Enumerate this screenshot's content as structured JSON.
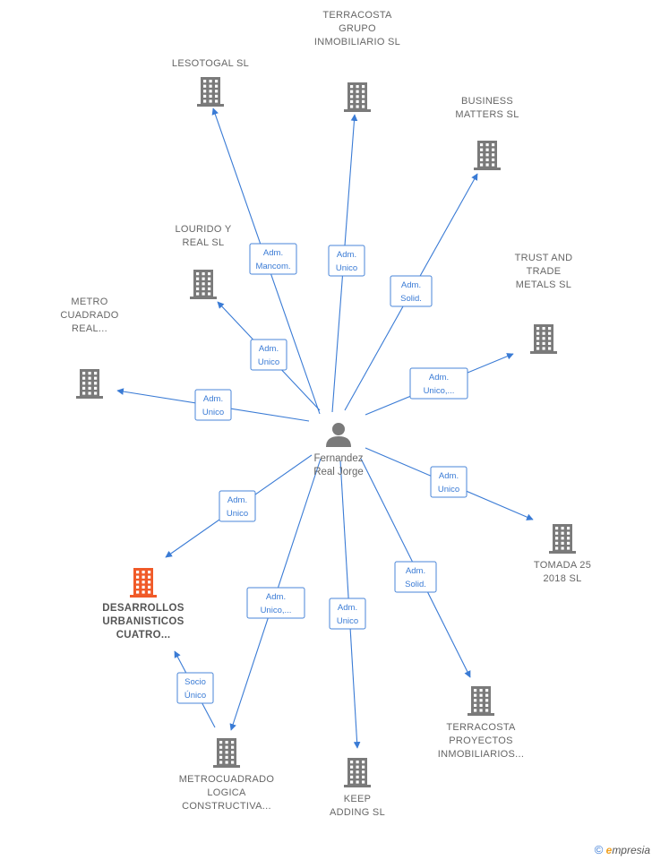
{
  "center": {
    "id": "person",
    "lines": [
      "Fernandez",
      "Real Jorge"
    ]
  },
  "nodes": [
    {
      "id": "lesotogal",
      "lines": [
        "LESOTOGAL SL"
      ],
      "color": "#7a7a7a",
      "main": false
    },
    {
      "id": "terracosta_grupo",
      "lines": [
        "TERRACOSTA",
        "GRUPO",
        "INMOBILIARIO SL"
      ],
      "color": "#7a7a7a",
      "main": false
    },
    {
      "id": "business_matters",
      "lines": [
        "BUSINESS",
        "MATTERS SL"
      ],
      "color": "#7a7a7a",
      "main": false
    },
    {
      "id": "lourido",
      "lines": [
        "LOURIDO Y",
        "REAL SL"
      ],
      "color": "#7a7a7a",
      "main": false
    },
    {
      "id": "trust_trade",
      "lines": [
        "TRUST AND",
        "TRADE",
        "METALS  SL"
      ],
      "color": "#7a7a7a",
      "main": false
    },
    {
      "id": "metro_cuadrado",
      "lines": [
        "METRO",
        "CUADRADO",
        "REAL..."
      ],
      "color": "#7a7a7a",
      "main": false
    },
    {
      "id": "tomada",
      "lines": [
        "TOMADA 25",
        "2018  SL"
      ],
      "color": "#7a7a7a",
      "main": false
    },
    {
      "id": "desarrollos",
      "lines": [
        "DESARROLLOS",
        "URBANISTICOS",
        "CUATRO..."
      ],
      "color": "#f05a28",
      "main": true
    },
    {
      "id": "terracosta_proyectos",
      "lines": [
        "TERRACOSTA",
        "PROYECTOS",
        "INMOBILIARIOS..."
      ],
      "color": "#7a7a7a",
      "main": false
    },
    {
      "id": "metrocuadrado_logica",
      "lines": [
        "METROCUADRADO",
        "LOGICA",
        "CONSTRUCTIVA..."
      ],
      "color": "#7a7a7a",
      "main": false
    },
    {
      "id": "keep_adding",
      "lines": [
        "KEEP",
        "ADDING SL"
      ],
      "color": "#7a7a7a",
      "main": false
    }
  ],
  "edges": [
    {
      "from": "person",
      "to": "lesotogal",
      "label": [
        "Adm.",
        "Mancom."
      ]
    },
    {
      "from": "person",
      "to": "terracosta_grupo",
      "label": [
        "Adm.",
        "Unico"
      ]
    },
    {
      "from": "person",
      "to": "business_matters",
      "label": [
        "Adm.",
        "Solid."
      ]
    },
    {
      "from": "person",
      "to": "lourido",
      "label": [
        "Adm.",
        "Unico"
      ]
    },
    {
      "from": "person",
      "to": "trust_trade",
      "label": [
        "Adm.",
        "Unico,..."
      ]
    },
    {
      "from": "person",
      "to": "metro_cuadrado",
      "label": [
        "Adm.",
        "Unico"
      ]
    },
    {
      "from": "person",
      "to": "tomada",
      "label": [
        "Adm.",
        "Unico"
      ]
    },
    {
      "from": "person",
      "to": "desarrollos",
      "label": [
        "Adm.",
        "Unico"
      ]
    },
    {
      "from": "person",
      "to": "metrocuadrado_logica",
      "label": [
        "Adm.",
        "Unico,..."
      ]
    },
    {
      "from": "person",
      "to": "keep_adding",
      "label": [
        "Adm.",
        "Unico"
      ]
    },
    {
      "from": "person",
      "to": "terracosta_proyectos",
      "label": [
        "Adm.",
        "Solid."
      ]
    },
    {
      "from": "metrocuadrado_logica",
      "to": "desarrollos",
      "label": [
        "Socio",
        "Único"
      ]
    }
  ],
  "colors": {
    "edge": "#3a7bd5",
    "building": "#7a7a7a",
    "highlight": "#f05a28",
    "person": "#7a7a7a"
  },
  "footer": {
    "copyright_symbol": "©",
    "brand_initial": "e",
    "brand_rest": "mpresia"
  }
}
